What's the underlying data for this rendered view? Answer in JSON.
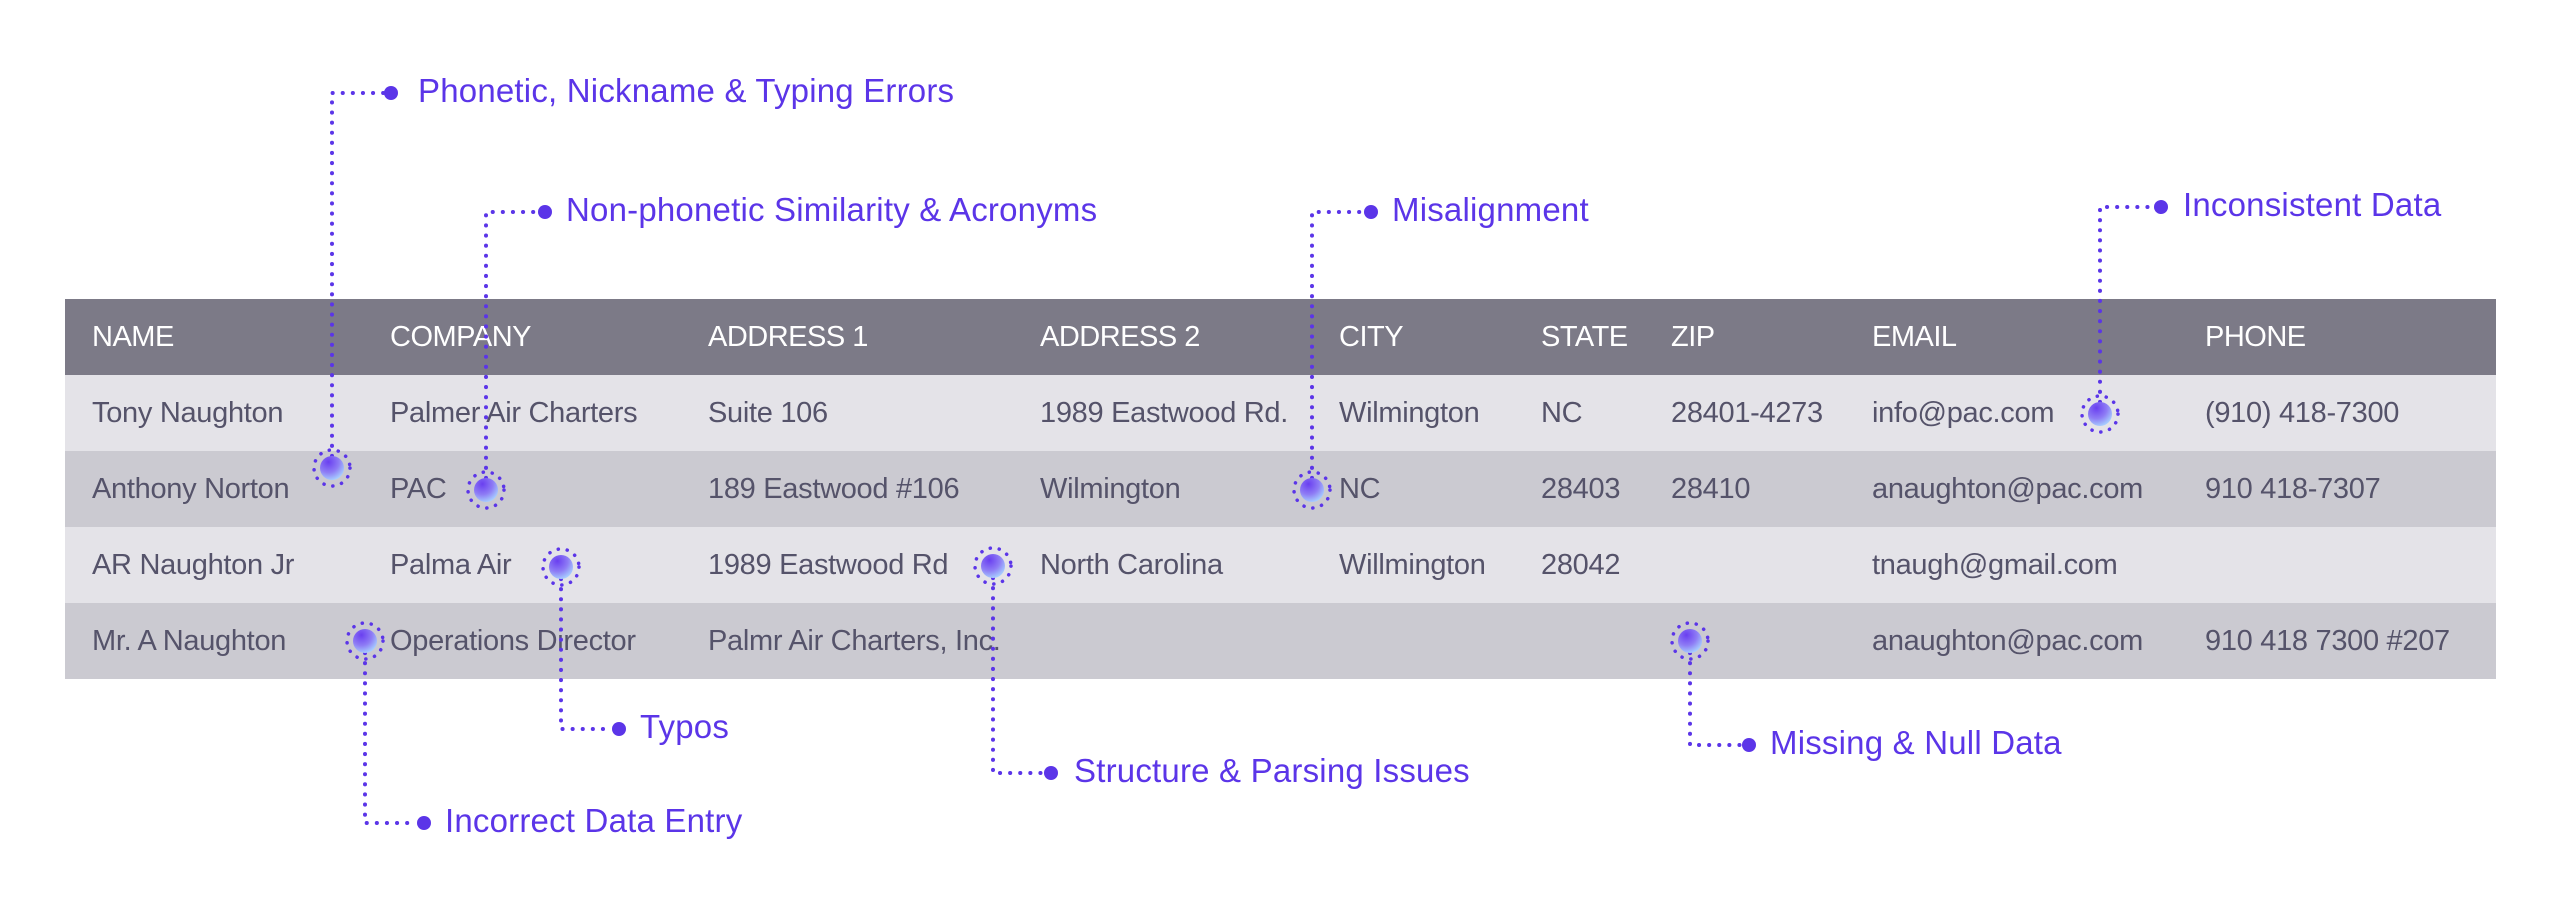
{
  "accent_color": "#5b35e8",
  "header_color": "#7c7a87",
  "row_colors": [
    "#e4e3e8",
    "#cbcad1"
  ],
  "table": {
    "columns": [
      "NAME",
      "COMPANY",
      "ADDRESS 1",
      "ADDRESS 2",
      "CITY",
      "STATE",
      "ZIP",
      "EMAIL",
      "PHONE"
    ],
    "rows": [
      [
        "Tony Naughton",
        "Palmer Air Charters",
        "Suite 106",
        "1989 Eastwood Rd.",
        "Wilmington",
        "NC",
        "28401-4273",
        "info@pac.com",
        "(910) 418-7300"
      ],
      [
        "Anthony Norton",
        "PAC",
        "189 Eastwood #106",
        "Wilmington",
        "NC",
        "28403",
        "28410",
        "anaughton@pac.com",
        "910 418-7307"
      ],
      [
        "AR Naughton Jr",
        "Palma Air",
        "1989 Eastwood Rd",
        "North Carolina",
        "Willmington",
        "28042",
        "",
        "tnaugh@gmail.com",
        ""
      ],
      [
        "Mr. A Naughton",
        "Operations Director",
        "Palmr Air Charters, Inc.",
        "",
        "",
        "",
        "",
        "anaughton@pac.com",
        "910 418 7300 #207"
      ]
    ]
  },
  "callouts": [
    {
      "id": "phonetic",
      "label": "Phonetic, Nickname & Typing Errors"
    },
    {
      "id": "non-phonetic",
      "label": "Non-phonetic Similarity & Acronyms"
    },
    {
      "id": "misalignment",
      "label": "Misalignment"
    },
    {
      "id": "inconsistent",
      "label": "Inconsistent Data"
    },
    {
      "id": "typos",
      "label": "Typos"
    },
    {
      "id": "incorrect",
      "label": "Incorrect Data Entry"
    },
    {
      "id": "structure",
      "label": "Structure & Parsing Issues"
    },
    {
      "id": "missing",
      "label": "Missing & Null Data"
    }
  ]
}
